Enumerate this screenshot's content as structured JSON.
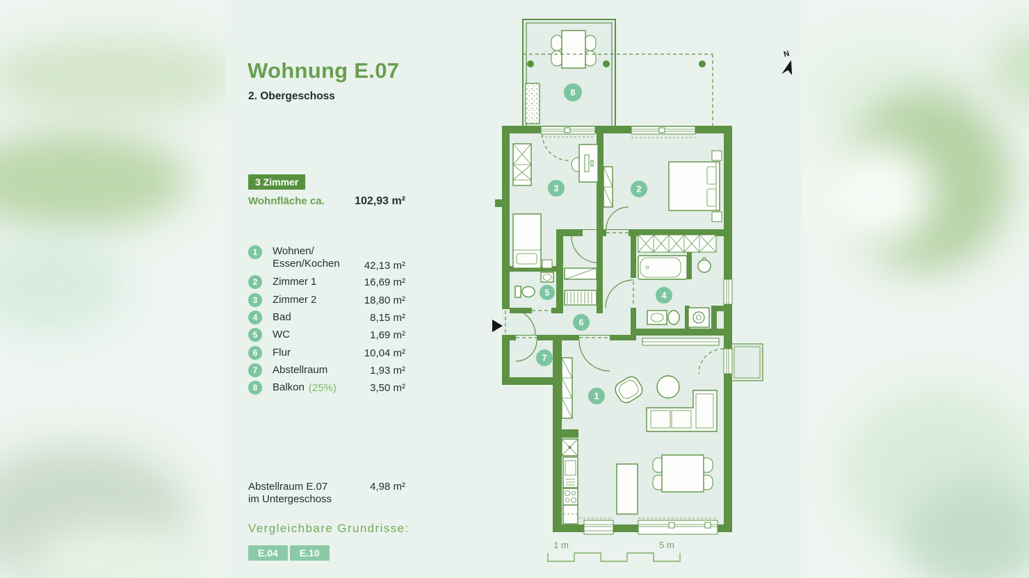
{
  "header": {
    "title": "Wohnung E.07",
    "subtitle": "2. Obergeschoss"
  },
  "summary": {
    "badge": "3 Zimmer",
    "area_label": "Wohnfläche ca.",
    "area_value": "102,93 m²"
  },
  "rooms": [
    {
      "number": "1",
      "label": "Wohnen/",
      "label2": "Essen/Kochen",
      "value": "42,13 m²"
    },
    {
      "number": "2",
      "label": "Zimmer 1",
      "value": "16,69 m²"
    },
    {
      "number": "3",
      "label": "Zimmer 2",
      "value": "18,80 m²"
    },
    {
      "number": "4",
      "label": "Bad",
      "value": "8,15 m²"
    },
    {
      "number": "5",
      "label": "WC",
      "value": "1,69 m²"
    },
    {
      "number": "6",
      "label": "Flur",
      "value": "10,04 m²"
    },
    {
      "number": "7",
      "label": "Abstellraum",
      "value": "1,93 m²"
    },
    {
      "number": "8",
      "label": "Balkon",
      "note": "(25%)",
      "value": "3,50 m²"
    }
  ],
  "storage": {
    "line1": "Abstellraum E.07",
    "line2": "im Untergeschoss",
    "value": "4,98 m²"
  },
  "similar": {
    "heading": "Vergleichbare Grundrisse:",
    "options": [
      {
        "label": "E.04"
      },
      {
        "label": "E.10"
      }
    ]
  },
  "plan": {
    "north_label": "N",
    "markers": [
      "1",
      "2",
      "3",
      "4",
      "5",
      "6",
      "7",
      "8"
    ],
    "scale": {
      "start_label": "1 m",
      "end_label": "5 m"
    }
  },
  "colors": {
    "plan_green": "#5d9144",
    "badge_green": "#579140",
    "marker_green": "#7cc5a0",
    "button_green": "#8bc9a7",
    "title_green": "#689e51",
    "text_dark": "#25312a",
    "background": "#e9f2ec"
  }
}
